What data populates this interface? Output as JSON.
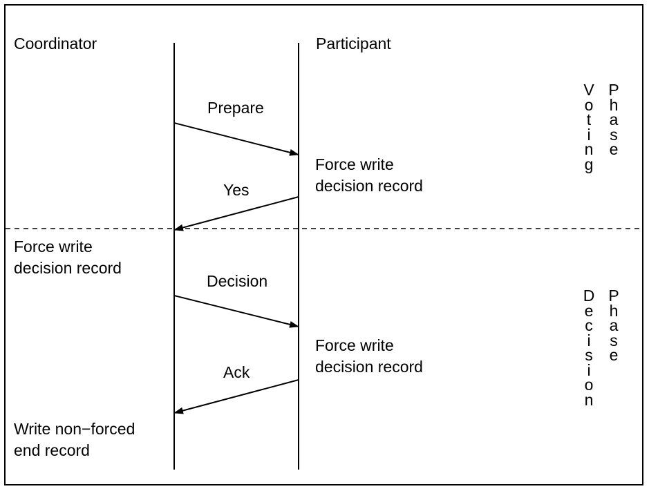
{
  "lanes": {
    "coordinator": "Coordinator",
    "participant": "Participant"
  },
  "messages": {
    "prepare": "Prepare",
    "yes": "Yes",
    "decision": "Decision",
    "ack": "Ack"
  },
  "notes": {
    "participant_force_write_1": [
      "Force write",
      "decision record"
    ],
    "coordinator_force_write": [
      "Force write",
      "decision record"
    ],
    "participant_force_write_2": [
      "Force write",
      "decision record"
    ],
    "coordinator_end_record": [
      "Write non−forced",
      "end record"
    ]
  },
  "phases": {
    "voting": [
      "Voting",
      "Phase"
    ],
    "decision": [
      "Decision",
      "Phase"
    ]
  },
  "colors": {
    "line": "#000000",
    "background": "#ffffff"
  }
}
